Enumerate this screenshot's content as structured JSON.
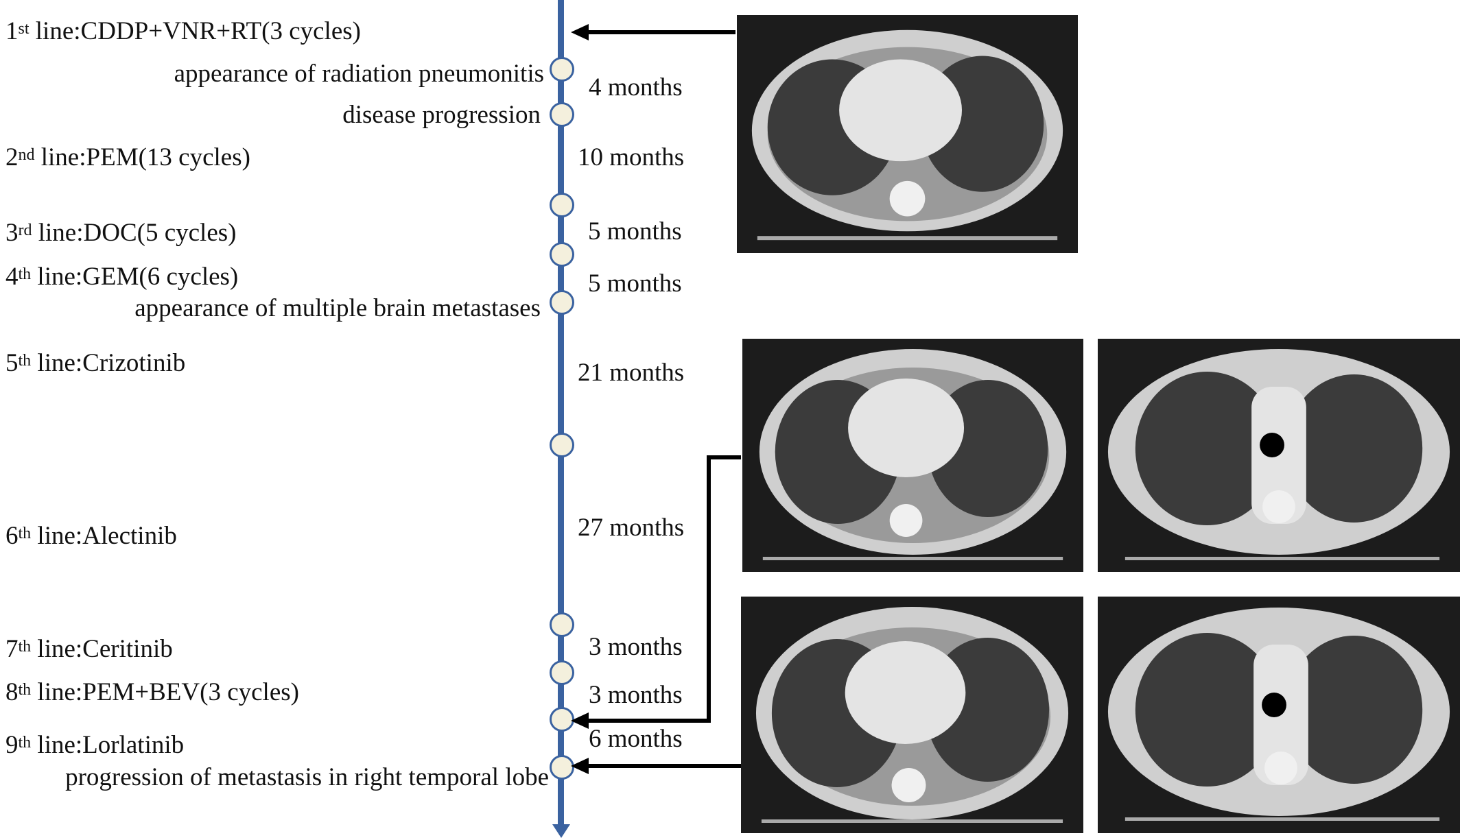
{
  "treatment_lines": [
    {
      "ordinal": "1",
      "suffix": "st",
      "text": " line:CDDP+VNR+RT(3 cycles)"
    },
    {
      "ordinal": "2",
      "suffix": "nd",
      "text": " line:PEM(13 cycles)"
    },
    {
      "ordinal": "3",
      "suffix": "rd",
      "text": " line:DOC(5 cycles)"
    },
    {
      "ordinal": "4",
      "suffix": "th",
      "text": " line:GEM(6 cycles)"
    },
    {
      "ordinal": "5",
      "suffix": "th",
      "text": " line:Crizotinib"
    },
    {
      "ordinal": "6",
      "suffix": "th",
      "text": " line:Alectinib"
    },
    {
      "ordinal": "7",
      "suffix": "th",
      "text": " line:Ceritinib"
    },
    {
      "ordinal": "8",
      "suffix": "th",
      "text": " line:PEM+BEV(3 cycles)"
    },
    {
      "ordinal": "9",
      "suffix": "th",
      "text": " line:Lorlatinib"
    }
  ],
  "events": [
    "appearance of radiation pneumonitis",
    "disease progression",
    "appearance of multiple brain metastases",
    "progression of metastasis in right temporal lobe"
  ],
  "durations": [
    "4 months",
    "10 months",
    "5 months",
    "5 months",
    "21 months",
    "27 months",
    "3 months",
    "3 months",
    "6 months"
  ],
  "colors": {
    "axis": "#3a62a0",
    "node_fill": "#f4f0dd",
    "ct_background": "#1c1c1c",
    "ct_body": "#cfcfcf",
    "ct_lung": "#3b3b3b"
  }
}
